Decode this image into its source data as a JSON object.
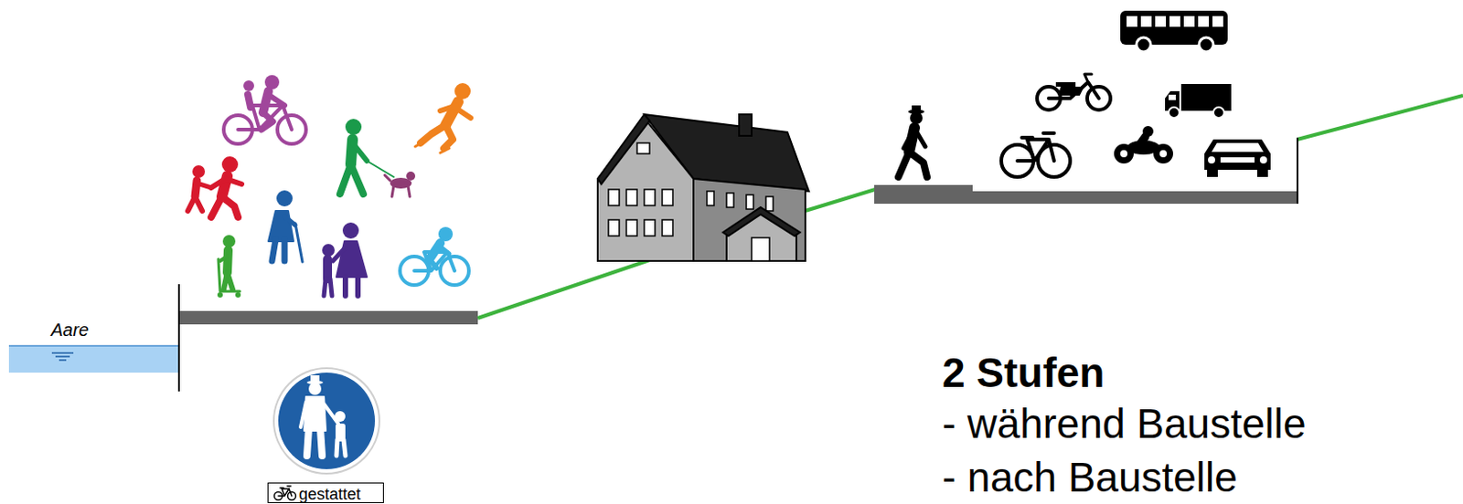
{
  "diagram": {
    "nodes": [
      {
        "text": [
          "gestattet"
        ]
      }
    ],
    "labels": [
      "Aare",
      "2 Stufen",
      "- während Baustelle",
      "- nach Baustelle"
    ]
  }
}
